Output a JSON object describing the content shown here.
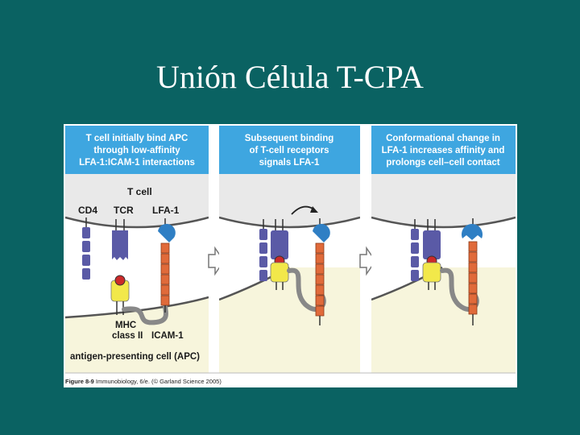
{
  "slide": {
    "title": "Unión Célula T-CPA"
  },
  "figure": {
    "panels": [
      {
        "header_lines": [
          "T cell initially bind APC",
          "through low-affinity",
          "LFA-1:ICAM-1 interactions"
        ]
      },
      {
        "header_lines": [
          "Subsequent binding",
          "of T-cell receptors",
          "signals LFA-1"
        ]
      },
      {
        "header_lines": [
          "Conformational change in",
          "LFA-1 increases affinity and",
          "prolongs cell–cell contact"
        ]
      }
    ],
    "labels": {
      "t_cell": "T cell",
      "cd4": "CD4",
      "tcr": "TCR",
      "lfa1": "LFA-1",
      "mhc_line1": "MHC",
      "mhc_line2": "class II",
      "icam1": "ICAM-1",
      "apc": "antigen-presenting cell (APC)"
    },
    "caption_bold": "Figure 8-9",
    "caption_rest": " Immunobiology, 6/e. (© Garland Science 2005)",
    "colors": {
      "slide_background": "#0a6262",
      "header_background": "#3ea6e0",
      "t_cell_membrane": "#e9e9e9",
      "apc_fill": "#f7f5dc",
      "cd4_tcr": "#5a5aa6",
      "lfa1_head": "#2f7fc4",
      "icam1": "#e06a3a",
      "mhc": "#f2e84a",
      "peptide": "#cc2a2a"
    }
  }
}
